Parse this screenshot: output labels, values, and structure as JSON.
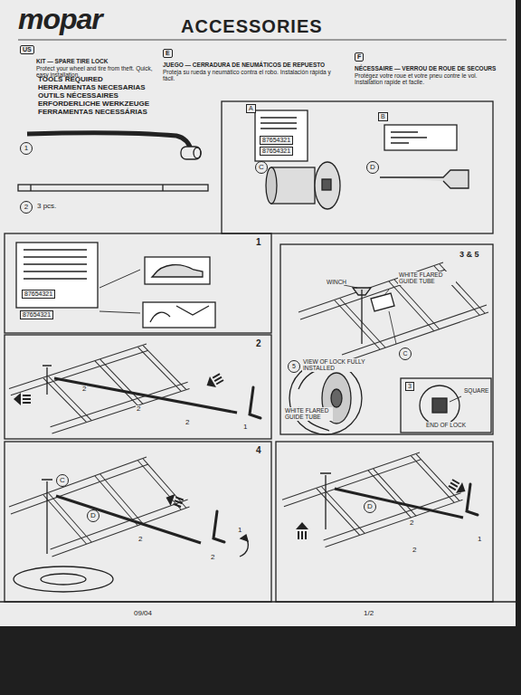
{
  "diagram": {
    "title": "ACCESSORIES",
    "nodes": [
      {
        "text": [
          "US"
        ]
      },
      {
        "text": [
          "E"
        ]
      },
      {
        "text": [
          "F"
        ]
      }
    ],
    "labels": [
      "mopar",
      "KIT — SPARE TIRE LOCK",
      "Protect your wheel and tire from theft. Quick, easy installation.",
      "JUEGO — CERRADURA DE NEUMÁTICOS DE REPUESTO",
      "Proteja su rueda y neumático contra el robo. Instalación rápida y fácil.",
      "NÉCESSAIRE — VERROU DE ROUE DE SECOURS",
      "Protégez votre roue et votre pneu contre le vol. Installation rapide et facile.",
      "TOOLS REQUIRED",
      "HERRAMIENTAS NECESARIAS",
      "OUTILS NÉCESSAIRES",
      "ERFORDERLICHE WERKZEUGE",
      "FERRAMENTAS NECESSÁRIAS",
      "1",
      "2",
      "3 pcs.",
      "A",
      "87654321",
      "87654321",
      "B",
      "C",
      "D",
      "1",
      "87654321",
      "87654321",
      "3 & 5",
      "WINCH",
      "WHITE FLARED GUIDE TUBE",
      "C",
      "5",
      "VIEW OF LOCK FULLY INSTALLED",
      "WHITE FLARED GUIDE TUBE",
      "3",
      "SQUARE",
      "END OF LOCK",
      "2",
      "2",
      "2",
      "2",
      "1",
      "4",
      "C",
      "D",
      "2",
      "1",
      "2",
      "D",
      "2",
      "2",
      "1",
      "09/04",
      "1/2"
    ]
  }
}
